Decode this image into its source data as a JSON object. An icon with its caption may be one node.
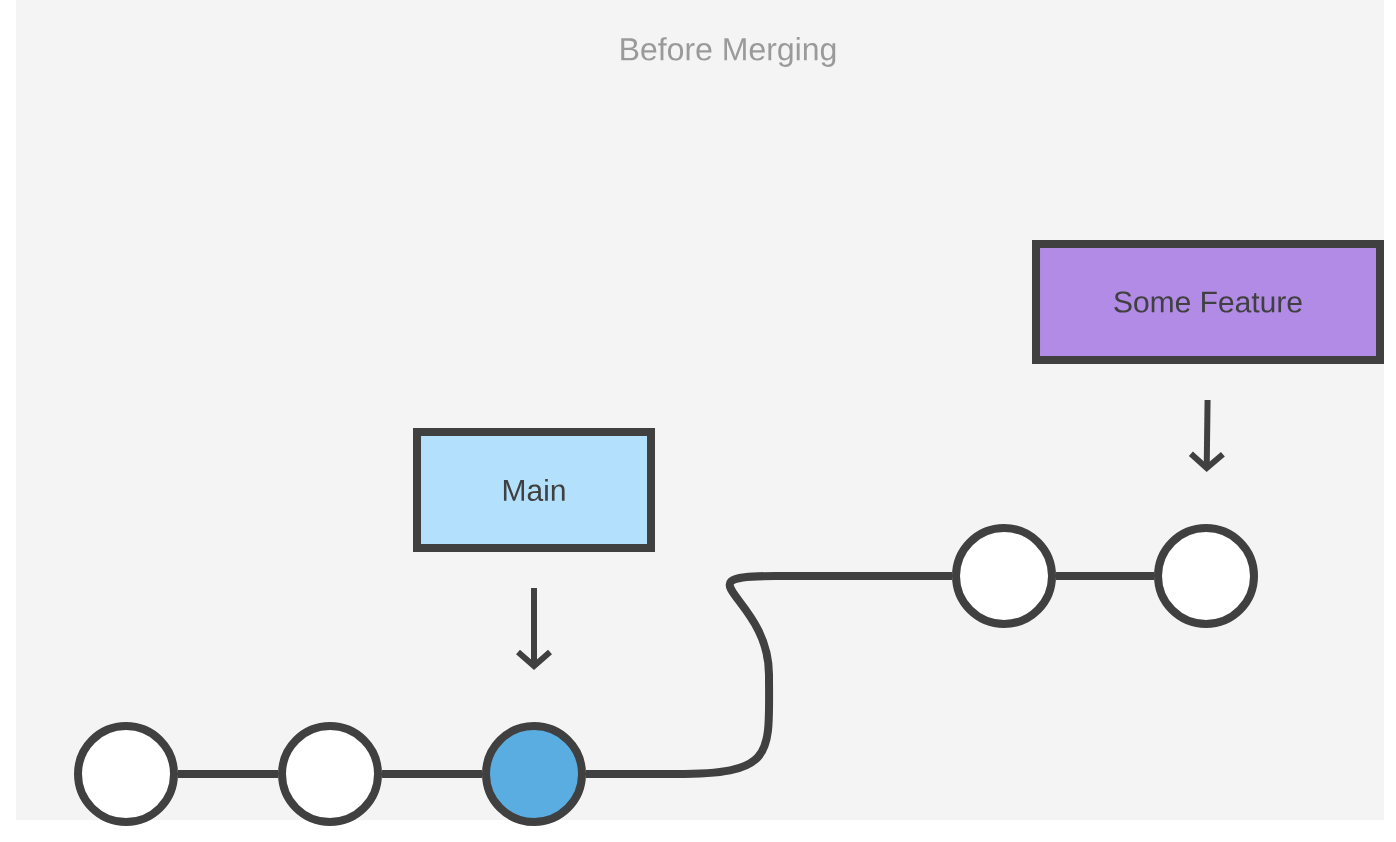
{
  "diagram": {
    "title": "Before Merging",
    "nodes": [
      {
        "text": [
          "Some Feature"
        ]
      },
      {
        "text": [
          "Main"
        ]
      },
      {
        "text": [],
        "shape": "circle"
      },
      {
        "text": [],
        "shape": "circle"
      },
      {
        "text": [],
        "shape": "circle"
      },
      {
        "text": [],
        "shape": "circle"
      },
      {
        "text": [],
        "shape": "circle"
      }
    ],
    "edges": [
      {
        "from": 0,
        "to": 6,
        "arrow": "to"
      },
      {
        "from": 1,
        "to": 4,
        "arrow": "to"
      },
      {
        "from": 2,
        "to": 3,
        "arrow": "none"
      },
      {
        "from": 3,
        "to": 4,
        "arrow": "none"
      },
      {
        "from": 4,
        "to": 5,
        "arrow": "none"
      },
      {
        "from": 5,
        "to": 6,
        "arrow": "none"
      }
    ]
  }
}
